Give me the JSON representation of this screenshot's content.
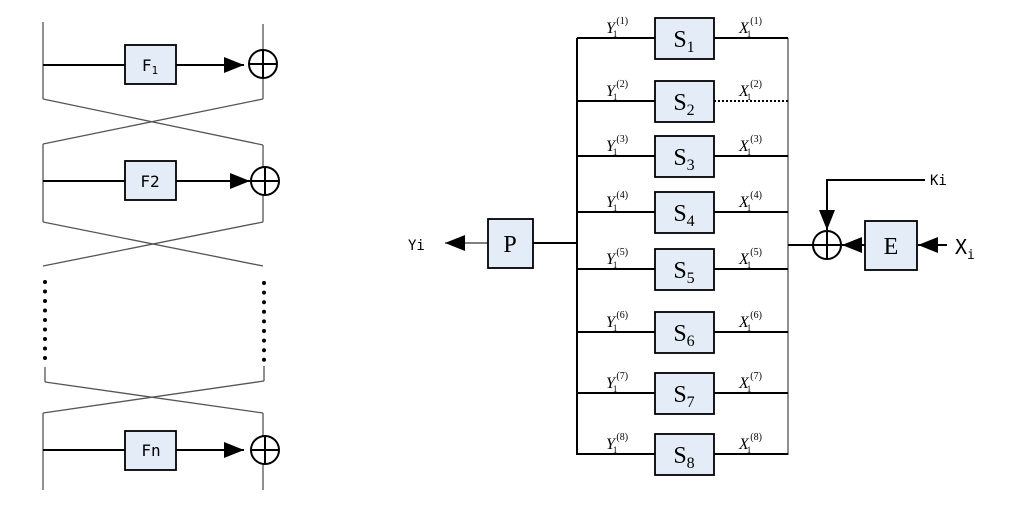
{
  "feistel": {
    "rounds": [
      {
        "label": "F",
        "sub": "1"
      },
      {
        "label": "F2",
        "sub": ""
      },
      {
        "label": "Fn",
        "sub": ""
      }
    ],
    "ellipsis": "⋮"
  },
  "sbox_stage": {
    "output_label": "Yi",
    "permutation_label": "P",
    "expansion_label": "E",
    "key_label": "Ki",
    "input_label": "X",
    "input_sub": "i",
    "boxes": [
      {
        "label": "S",
        "sub": "1",
        "y_label": "Y",
        "y_sub": "1",
        "y_sup": "(1)",
        "x_label": "X",
        "x_sub": "1",
        "x_sup": "(1)"
      },
      {
        "label": "S",
        "sub": "2",
        "y_label": "Y",
        "y_sub": "1",
        "y_sup": "(2)",
        "x_label": "X",
        "x_sub": "1",
        "x_sup": "(2)"
      },
      {
        "label": "S",
        "sub": "3",
        "y_label": "Y",
        "y_sub": "1",
        "y_sup": "(3)",
        "x_label": "X",
        "x_sub": "1",
        "x_sup": "(3)"
      },
      {
        "label": "S",
        "sub": "4",
        "y_label": "Y",
        "y_sub": "1",
        "y_sup": "(4)",
        "x_label": "X",
        "x_sub": "1",
        "x_sup": "(4)"
      },
      {
        "label": "S",
        "sub": "5",
        "y_label": "Y",
        "y_sub": "1",
        "y_sup": "(5)",
        "x_label": "X",
        "x_sub": "1",
        "x_sup": "(5)"
      },
      {
        "label": "S",
        "sub": "6",
        "y_label": "Y",
        "y_sub": "1",
        "y_sup": "(6)",
        "x_label": "X",
        "x_sub": "1",
        "x_sup": "(6)"
      },
      {
        "label": "S",
        "sub": "7",
        "y_label": "Y",
        "y_sub": "1",
        "y_sup": "(7)",
        "x_label": "X",
        "x_sub": "1",
        "x_sup": "(7)"
      },
      {
        "label": "S",
        "sub": "8",
        "y_label": "Y",
        "y_sub": "1",
        "y_sup": "(8)",
        "x_label": "X",
        "x_sub": "1",
        "x_sup": "(8)"
      }
    ]
  }
}
